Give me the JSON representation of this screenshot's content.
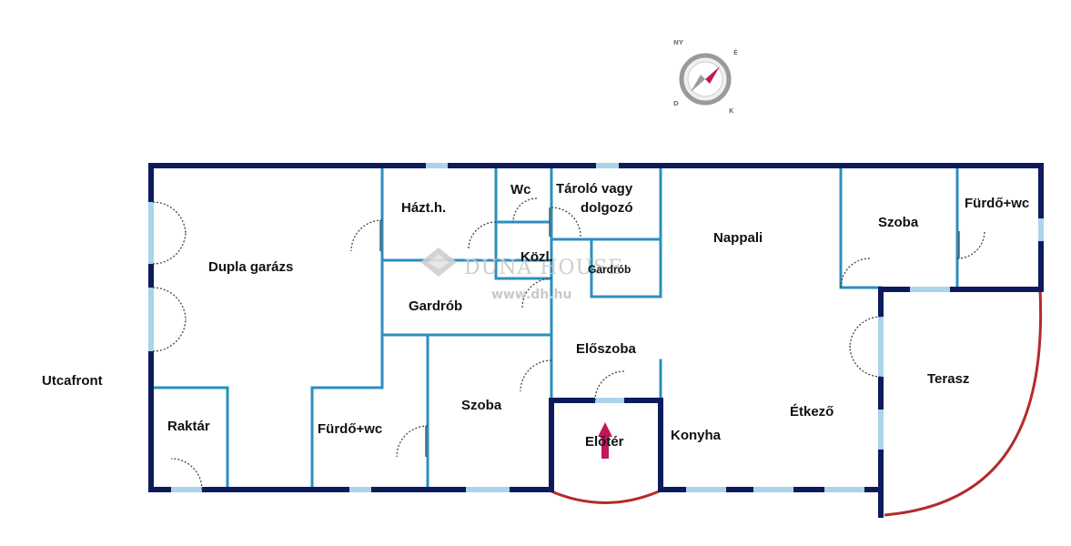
{
  "colors": {
    "outer_wall": "#0d1b5c",
    "inner_wall": "#2b8fbf",
    "window": "#a9d4ea",
    "door_arc": "#444444",
    "terrace_line": "#b52a2a",
    "arrow": "#c2185b"
  },
  "rooms": {
    "dupla_garazs": "Dupla garázs",
    "raktar": "Raktár",
    "haztar": "Házt.h.",
    "wc": "Wc",
    "tarolo_line1": "Tároló vagy",
    "tarolo_line2": "dolgozó",
    "kozl": "Közl.",
    "gardrob_small": "Gardrób",
    "gardrob": "Gardrób",
    "nappali": "Nappali",
    "szoba_right": "Szoba",
    "furdo_right": "Fürdő+wc",
    "eloszoba": "Előszoba",
    "szoba_left": "Szoba",
    "furdo_left": "Fürdő+wc",
    "eloter": "Előtér",
    "konyha": "Konyha",
    "etkezo": "Étkező",
    "terasz": "Terasz"
  },
  "outside": {
    "utcafront": "Utcafront"
  },
  "watermark": {
    "brand": "DUNA HOUSE",
    "url": "www.dh.hu"
  },
  "compass": {
    "letters": [
      "NY",
      "É",
      "D",
      "K"
    ],
    "icon": "compass-icon"
  }
}
